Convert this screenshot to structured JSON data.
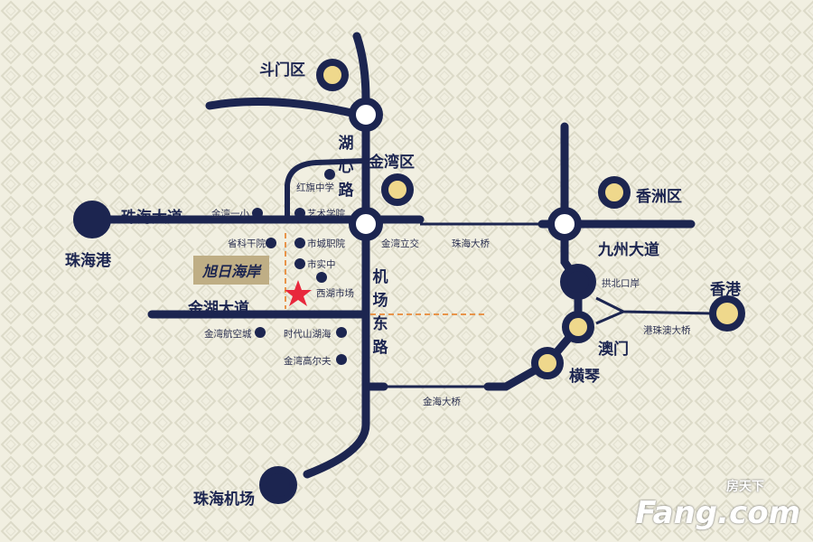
{
  "colors": {
    "road": "#1c2550",
    "district_fill": "#efd88c",
    "background": "#f1efe1",
    "accent_dash": "#e8944a",
    "star": "#e8283c"
  },
  "districts": {
    "doumen": "斗门区",
    "jinwan": "金湾区",
    "xiangzhou": "香洲区",
    "zhuhai_port": "珠海港",
    "zhuhai_airport": "珠海机场",
    "hongkong": "香港",
    "macau": "澳门",
    "hengqin": "横琴"
  },
  "roads": {
    "zhuhai_avenue": "珠海大道",
    "jinhu_avenue": "金湖大道",
    "jiuzhou_avenue": "九州大道",
    "huxin_road": [
      "湖",
      "心",
      "路"
    ],
    "airport_east_road": [
      "机",
      "场",
      "东",
      "路"
    ]
  },
  "bridges": {
    "zhuhai_bridge": "珠海大桥",
    "jinhai_bridge": "金海大桥",
    "hzm_bridge": "港珠澳大桥"
  },
  "places": {
    "jinwan_overpass": "金湾立交",
    "gongbei_port": "拱北口岸",
    "hongqi_school": "红旗中学",
    "jinwan_no1": "金湾一小",
    "art_college": "艺术学院",
    "academy": "省科干院",
    "vocational": "市城职院",
    "city_school": "市实中",
    "xihu_market": "西湖市场",
    "aviation_city": "金湾航空城",
    "times_lake": "时代山湖海",
    "golf": "金湾高尔夫"
  },
  "project": {
    "name": "旭日海岸"
  },
  "watermark": {
    "cn": "房天下",
    "en": "Fang.com"
  }
}
